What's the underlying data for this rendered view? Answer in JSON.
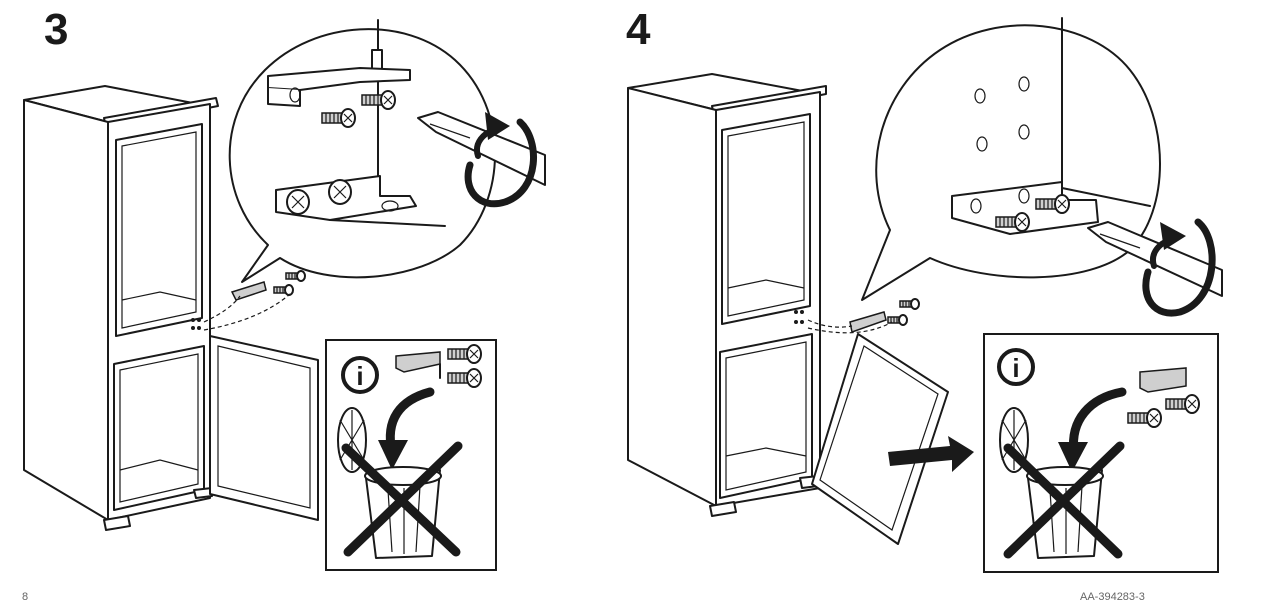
{
  "steps": [
    {
      "number": "3"
    },
    {
      "number": "4"
    }
  ],
  "info_badge": {
    "glyph": "i"
  },
  "footer": {
    "left": "8",
    "right": "AA-394283-3"
  },
  "icons": [
    "info-icon",
    "trash-bin-icon",
    "cross-out-icon",
    "screwdriver-icon",
    "rotate-arrow-icon",
    "screw-icon",
    "hinge-bracket-icon",
    "push-arrow-icon"
  ]
}
